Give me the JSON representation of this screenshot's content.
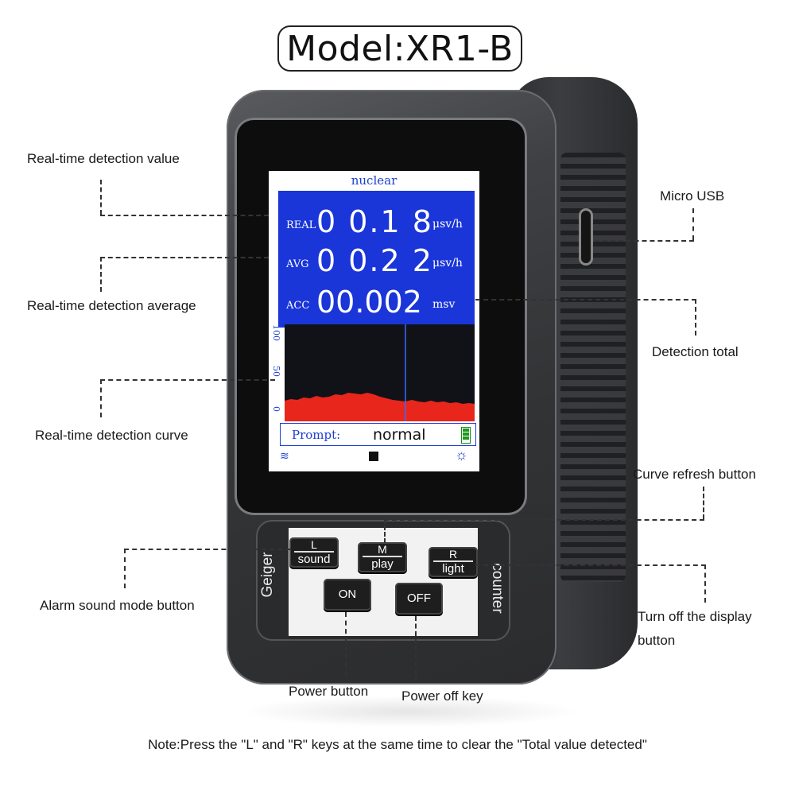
{
  "title": "Model:XR1-B",
  "screen": {
    "header": "nuclear",
    "rows": [
      {
        "label": "REAL",
        "value": "0 0.1 8",
        "unit": "μsv/h"
      },
      {
        "label": "AVG",
        "value": "0 0.2 2",
        "unit": "μsv/h"
      },
      {
        "label": "ACC",
        "value": "00.002",
        "unit": "msv"
      }
    ],
    "y_ticks": [
      "100",
      "50",
      "0"
    ],
    "prompt_label": "Prompt:",
    "prompt_value": "normal",
    "colors": {
      "panel": "#1a35d8",
      "curve": "#e8261c",
      "text_blue": "#1d3fd0"
    }
  },
  "keys": {
    "l_top": "L",
    "l_bottom": "sound",
    "m_top": "M",
    "m_bottom": "play",
    "r_top": "R",
    "r_bottom": "light",
    "on": "ON",
    "off": "OFF"
  },
  "side_labels": {
    "left": "Geiger",
    "right": "counter"
  },
  "annotations": {
    "realtime_value": "Real-time detection value",
    "realtime_average": "Real-time detection average",
    "realtime_curve": "Real-time detection curve",
    "alarm_sound": "Alarm sound mode button",
    "micro_usb": "Micro USB",
    "detection_total": "Detection total",
    "curve_refresh": "Curve refresh button",
    "turn_off_display_1": "Turn off the display",
    "turn_off_display_2": "button",
    "power_button": "Power button",
    "power_off_key": "Power off key"
  },
  "note": "Note:Press the \"L\" and \"R\" keys at the same time to clear the \"Total value detected\"",
  "icons": [
    "radiation-icon",
    "stop-icon",
    "brightness-icon",
    "battery-icon"
  ]
}
